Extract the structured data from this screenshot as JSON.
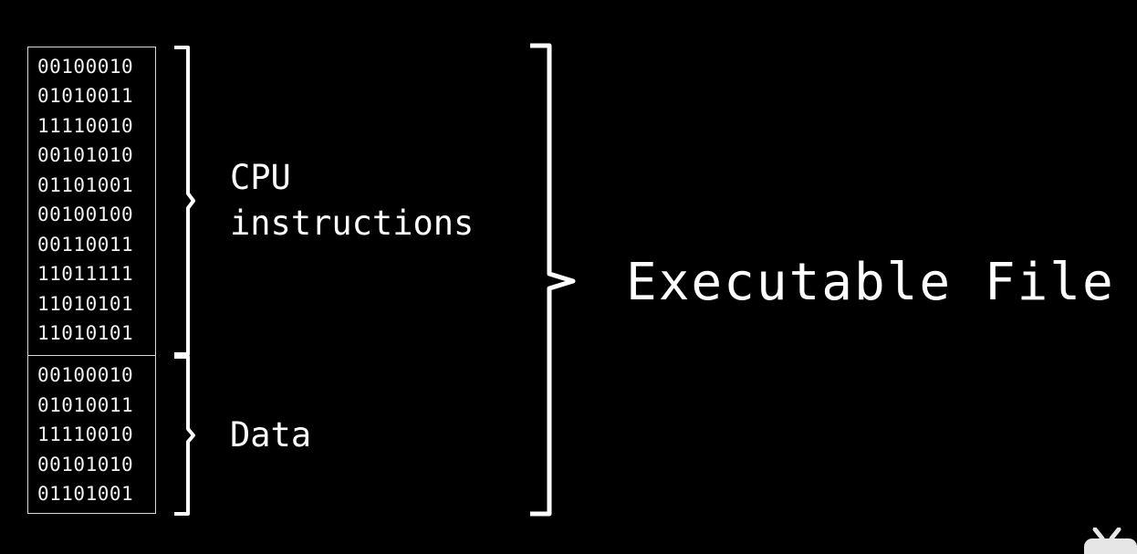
{
  "instructions_rows": [
    "00100010",
    "01010011",
    "11110010",
    "00101010",
    "01101001",
    "00100100",
    "00110011",
    "11011111",
    "11010101",
    "11010101"
  ],
  "data_rows": [
    "00100010",
    "01010011",
    "11110010",
    "00101010",
    "01101001"
  ],
  "labels": {
    "cpu_line1": "CPU",
    "cpu_line2": "instructions",
    "data": "Data",
    "executable_file": "Executable File"
  },
  "colors": {
    "background": "#000000",
    "foreground": "#ffffff"
  },
  "icons": {
    "corner": "bilibili-tv-icon"
  }
}
